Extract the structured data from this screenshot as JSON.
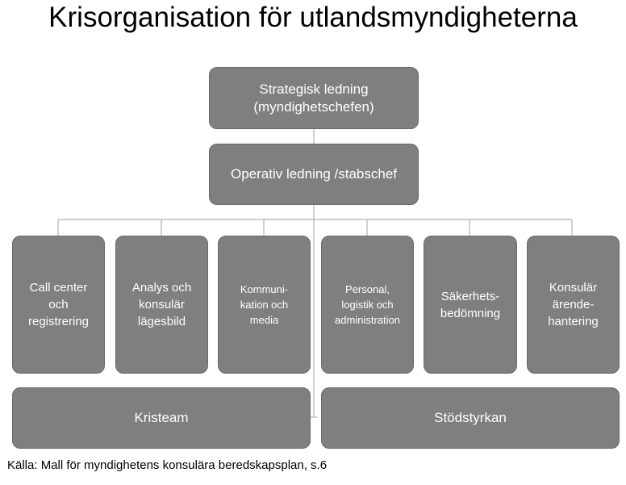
{
  "title": "Krisorganisation för utlandsmyndigheterna",
  "leadership": {
    "strategic": "Strategisk ledning\n(myndighetschefen)",
    "operative": "Operativ ledning /stabschef"
  },
  "units": [
    {
      "label": "Call center\noch\nregistrering"
    },
    {
      "label": "Analys och\nkonsulär\nlägesbild"
    },
    {
      "label": "Kommuni-\nkation och\nmedia"
    },
    {
      "label": "Personal,\nlogistik och\nadministration"
    },
    {
      "label": "Säkerhets-\nbedömning"
    },
    {
      "label": "Konsulär\närende-\nhantering"
    }
  ],
  "teams": {
    "left": "Kristeam",
    "right": "Stödstyrkan"
  },
  "source": "Källa: Mall för myndighetens konsulära beredskapsplan, s.6",
  "colors": {
    "box_fill": "#7f7f7f",
    "box_text": "#ffffff",
    "connector": "#b0b0b0"
  }
}
